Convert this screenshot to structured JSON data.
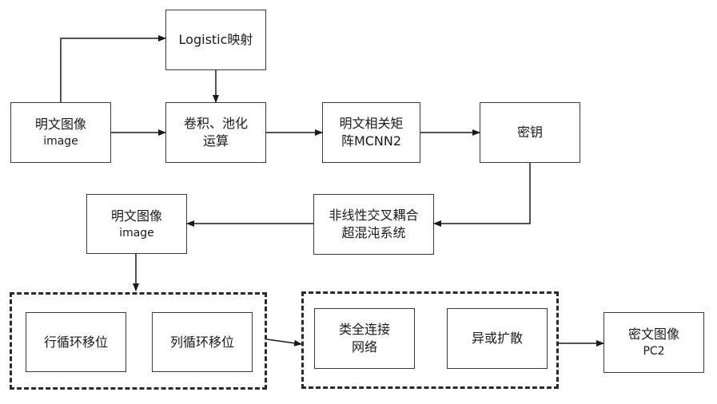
{
  "nodes": {
    "logistic": {
      "line1": "Logistic映射"
    },
    "plain_top": {
      "line1": "明文图像",
      "line2": "image"
    },
    "conv": {
      "line1": "卷积、池化",
      "line2": "运算"
    },
    "matrix": {
      "line1": "明文相关矩",
      "line2": "阵MCNN2"
    },
    "key": {
      "line1": "密钥"
    },
    "chaos": {
      "line1": "非线性交叉耦合",
      "line2": "超混沌系统"
    },
    "plain_mid": {
      "line1": "明文图像",
      "line2": "image"
    },
    "row_shift": {
      "line1": "行循环移位"
    },
    "col_shift": {
      "line1": "列循环移位"
    },
    "fc_net": {
      "line1": "类全连接",
      "line2": "网络"
    },
    "xor_diff": {
      "line1": "异或扩散"
    },
    "cipher": {
      "line1": "密文图像",
      "line2": "PC2"
    }
  },
  "edges": [
    {
      "from": "plain_top",
      "to": "logistic"
    },
    {
      "from": "logistic",
      "to": "conv"
    },
    {
      "from": "plain_top",
      "to": "conv"
    },
    {
      "from": "conv",
      "to": "matrix"
    },
    {
      "from": "matrix",
      "to": "key"
    },
    {
      "from": "key",
      "to": "chaos"
    },
    {
      "from": "chaos",
      "to": "plain_mid"
    },
    {
      "from": "plain_mid",
      "to": "permutation_group"
    },
    {
      "from": "permutation_group",
      "to": "diffusion_group"
    },
    {
      "from": "diffusion_group",
      "to": "cipher"
    }
  ]
}
